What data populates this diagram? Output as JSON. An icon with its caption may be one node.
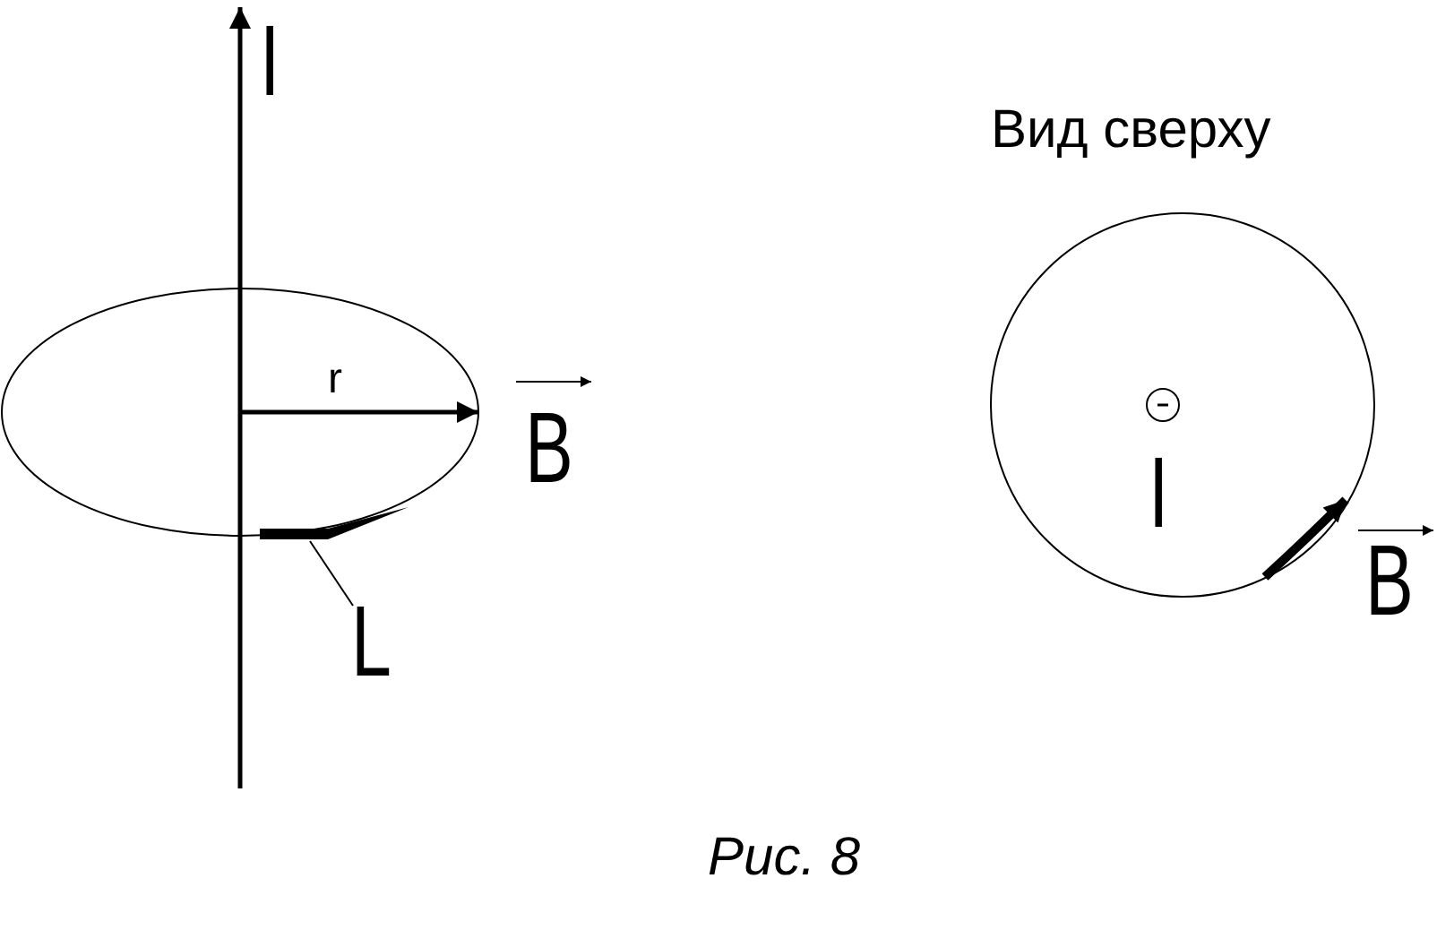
{
  "diagram": {
    "caption": "Рис. 8",
    "nodes": [
      {
        "text": [
          "L"
        ]
      },
      {
        "text": [],
        "shape": "arrow"
      }
    ],
    "edges": [
      {
        "from": 0,
        "to": 1,
        "arrow": "none"
      }
    ],
    "labels": [
      "I",
      "r",
      "B",
      "Вид сверху",
      "I",
      "B"
    ]
  }
}
